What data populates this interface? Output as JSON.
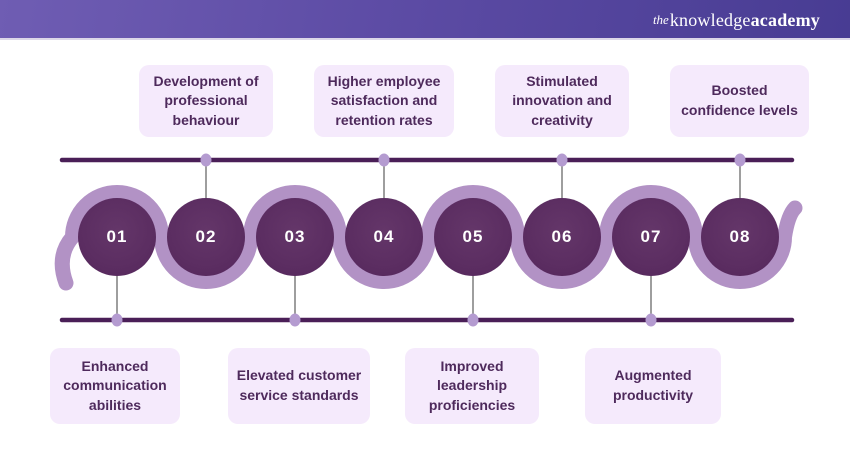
{
  "header": {
    "logo_the": "the",
    "logo_knowledge": "knowledge",
    "logo_academy": "academy"
  },
  "diagram": {
    "type": "timeline-infographic",
    "steps": [
      {
        "number": "01",
        "label": "Enhanced communication abilities",
        "side": "bottom"
      },
      {
        "number": "02",
        "label": "Development of professional behaviour",
        "side": "top"
      },
      {
        "number": "03",
        "label": "Elevated customer service standards",
        "side": "bottom"
      },
      {
        "number": "04",
        "label": "Higher employee satisfaction and retention rates",
        "side": "top"
      },
      {
        "number": "05",
        "label": "Improved leadership proficiencies",
        "side": "bottom"
      },
      {
        "number": "06",
        "label": "Stimulated innovation and creativity",
        "side": "top"
      },
      {
        "number": "07",
        "label": "Augmented productivity",
        "side": "bottom"
      },
      {
        "number": "08",
        "label": "Boosted confidence levels",
        "side": "top"
      }
    ],
    "colors": {
      "header_gradient_left": "#6f5db3",
      "header_gradient_right": "#483c93",
      "circle_fill": "#5b2d61",
      "ribbon": "#b292c5",
      "rail_line": "#4a1f57",
      "dot": "#b49bd0",
      "connector": "#3c3c3c",
      "label_bg": "#f5eafc",
      "label_text": "#4e2a5c"
    }
  }
}
